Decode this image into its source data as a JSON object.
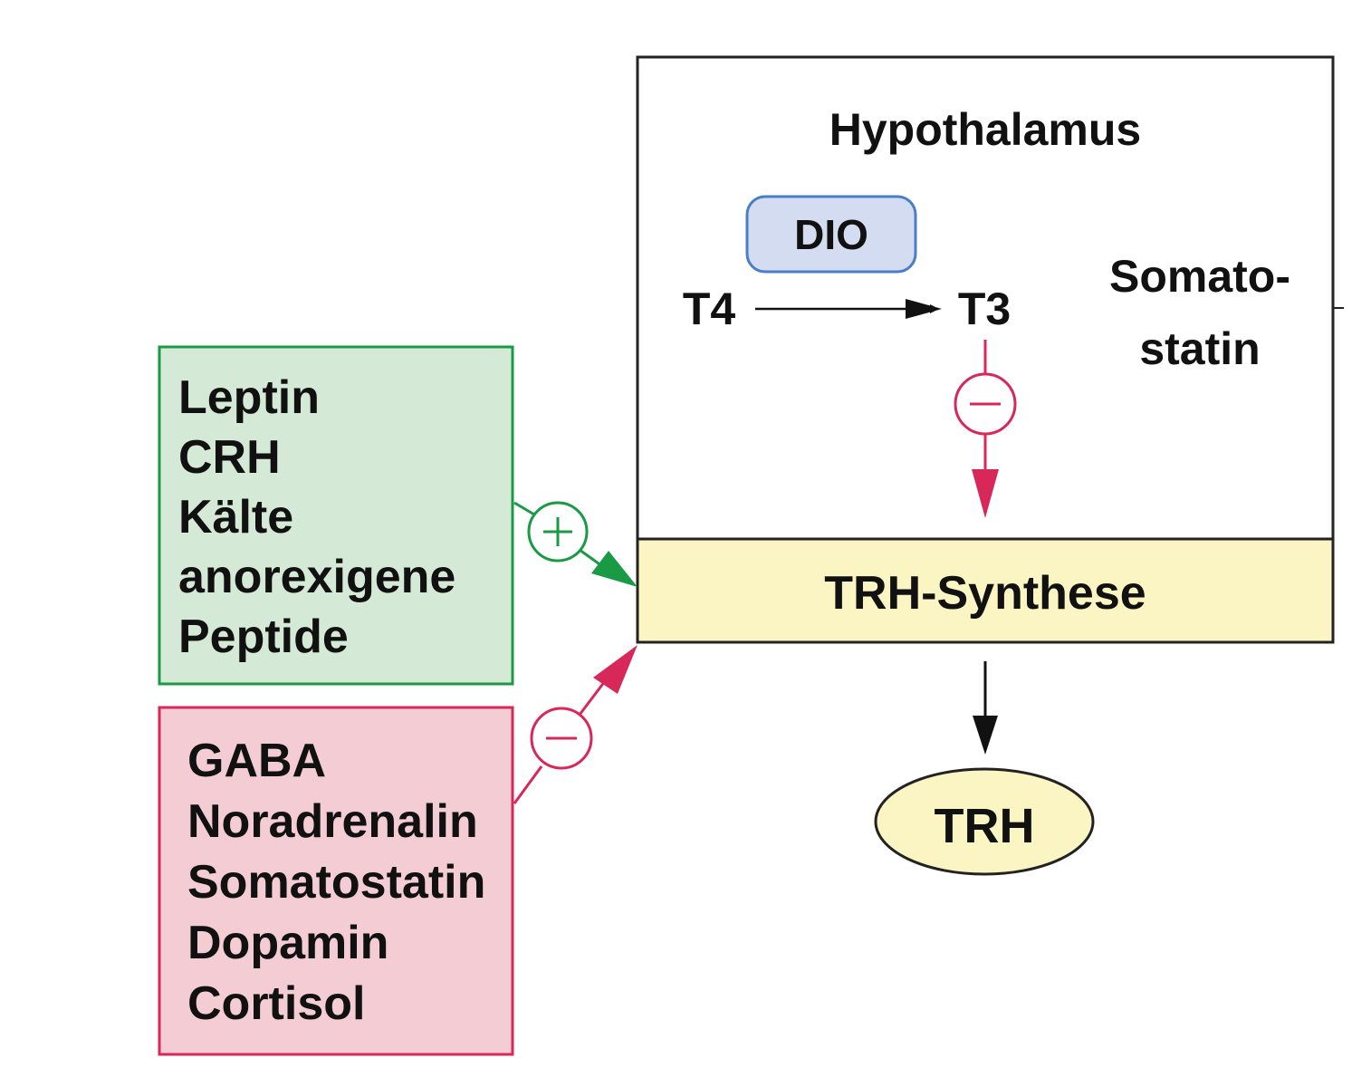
{
  "hypothalamus": {
    "title": "Hypothalamus",
    "enzyme": "DIO",
    "substrate": "T4",
    "product": "T3",
    "somatostatin_lines": [
      "Somato-",
      "statin"
    ],
    "synthesis_label": "TRH-Synthese"
  },
  "output": {
    "label": "TRH"
  },
  "stimulators": {
    "sign": "+",
    "items": [
      "Leptin",
      "CRH",
      "Kälte",
      "anorexigene",
      "Peptide"
    ]
  },
  "inhibitors": {
    "sign": "−",
    "items": [
      "GABA",
      "Noradrenalin",
      "Somatostatin",
      "Dopamin",
      "Cortisol"
    ]
  },
  "t3_feedback": {
    "sign": "−"
  },
  "colors": {
    "green_fill": "#d5ead6",
    "green_stroke": "#1a9a45",
    "red_fill": "#f4ccd3",
    "red_stroke": "#d8285a",
    "yellow_fill": "#fbf4c3",
    "dio_fill": "#d3dcf0",
    "dio_stroke": "#4a7fc8"
  }
}
